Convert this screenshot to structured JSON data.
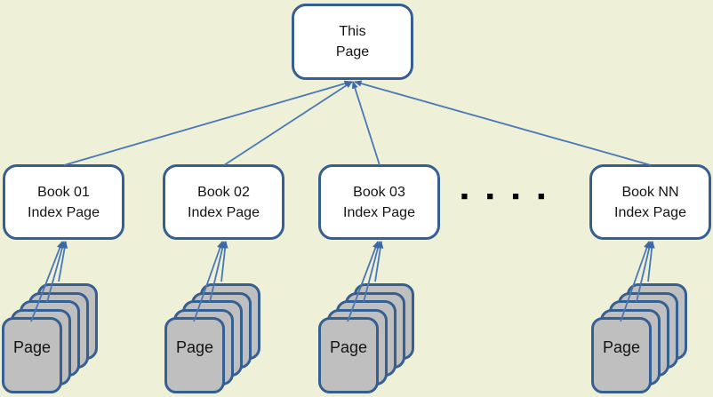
{
  "diagram": {
    "root": {
      "line1": "This",
      "line2": "Page"
    },
    "books": [
      {
        "line1": "Book 01",
        "line2": "Index Page"
      },
      {
        "line1": "Book 02",
        "line2": "Index Page"
      },
      {
        "line1": "Book 03",
        "line2": "Index Page"
      },
      {
        "line1": "Book NN",
        "line2": "Index Page"
      }
    ],
    "ellipsis": "▪ ▪ ▪ ▪",
    "page_label": "Page",
    "colors": {
      "background": "#eef0d8",
      "box_fill": "#ffffff",
      "box_border": "#365f91",
      "connector_line": "#4a78b5",
      "arrowhead": "#3c69a5",
      "card_fill": "#bfbfbf",
      "text": "#141414"
    }
  }
}
